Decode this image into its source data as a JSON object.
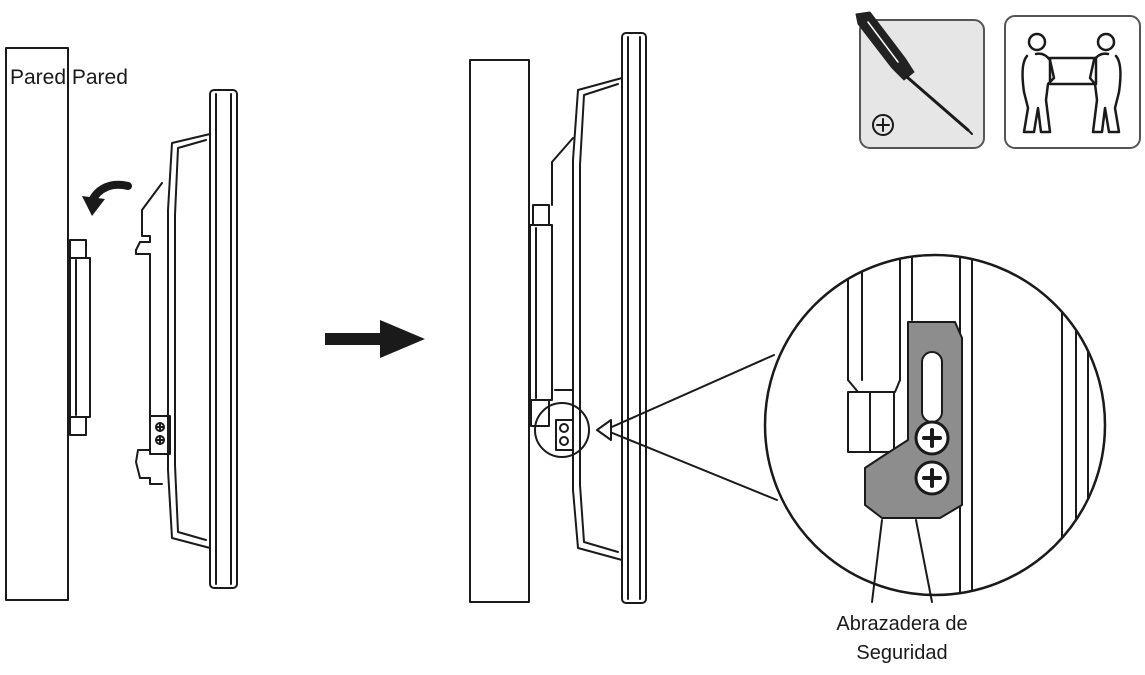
{
  "wall_label": "Pared Pared",
  "clamp_label": {
    "line1": "Abrazadera de",
    "line2": "Seguridad"
  },
  "icons": {
    "tool": "phillips-screwdriver-icon",
    "people": "two-person-lift-icon"
  },
  "colors": {
    "line": "#1a1a1a",
    "bracket_fill": "#8d8d8d",
    "icon_panel": "#e6e6e6",
    "background": "#ffffff"
  }
}
